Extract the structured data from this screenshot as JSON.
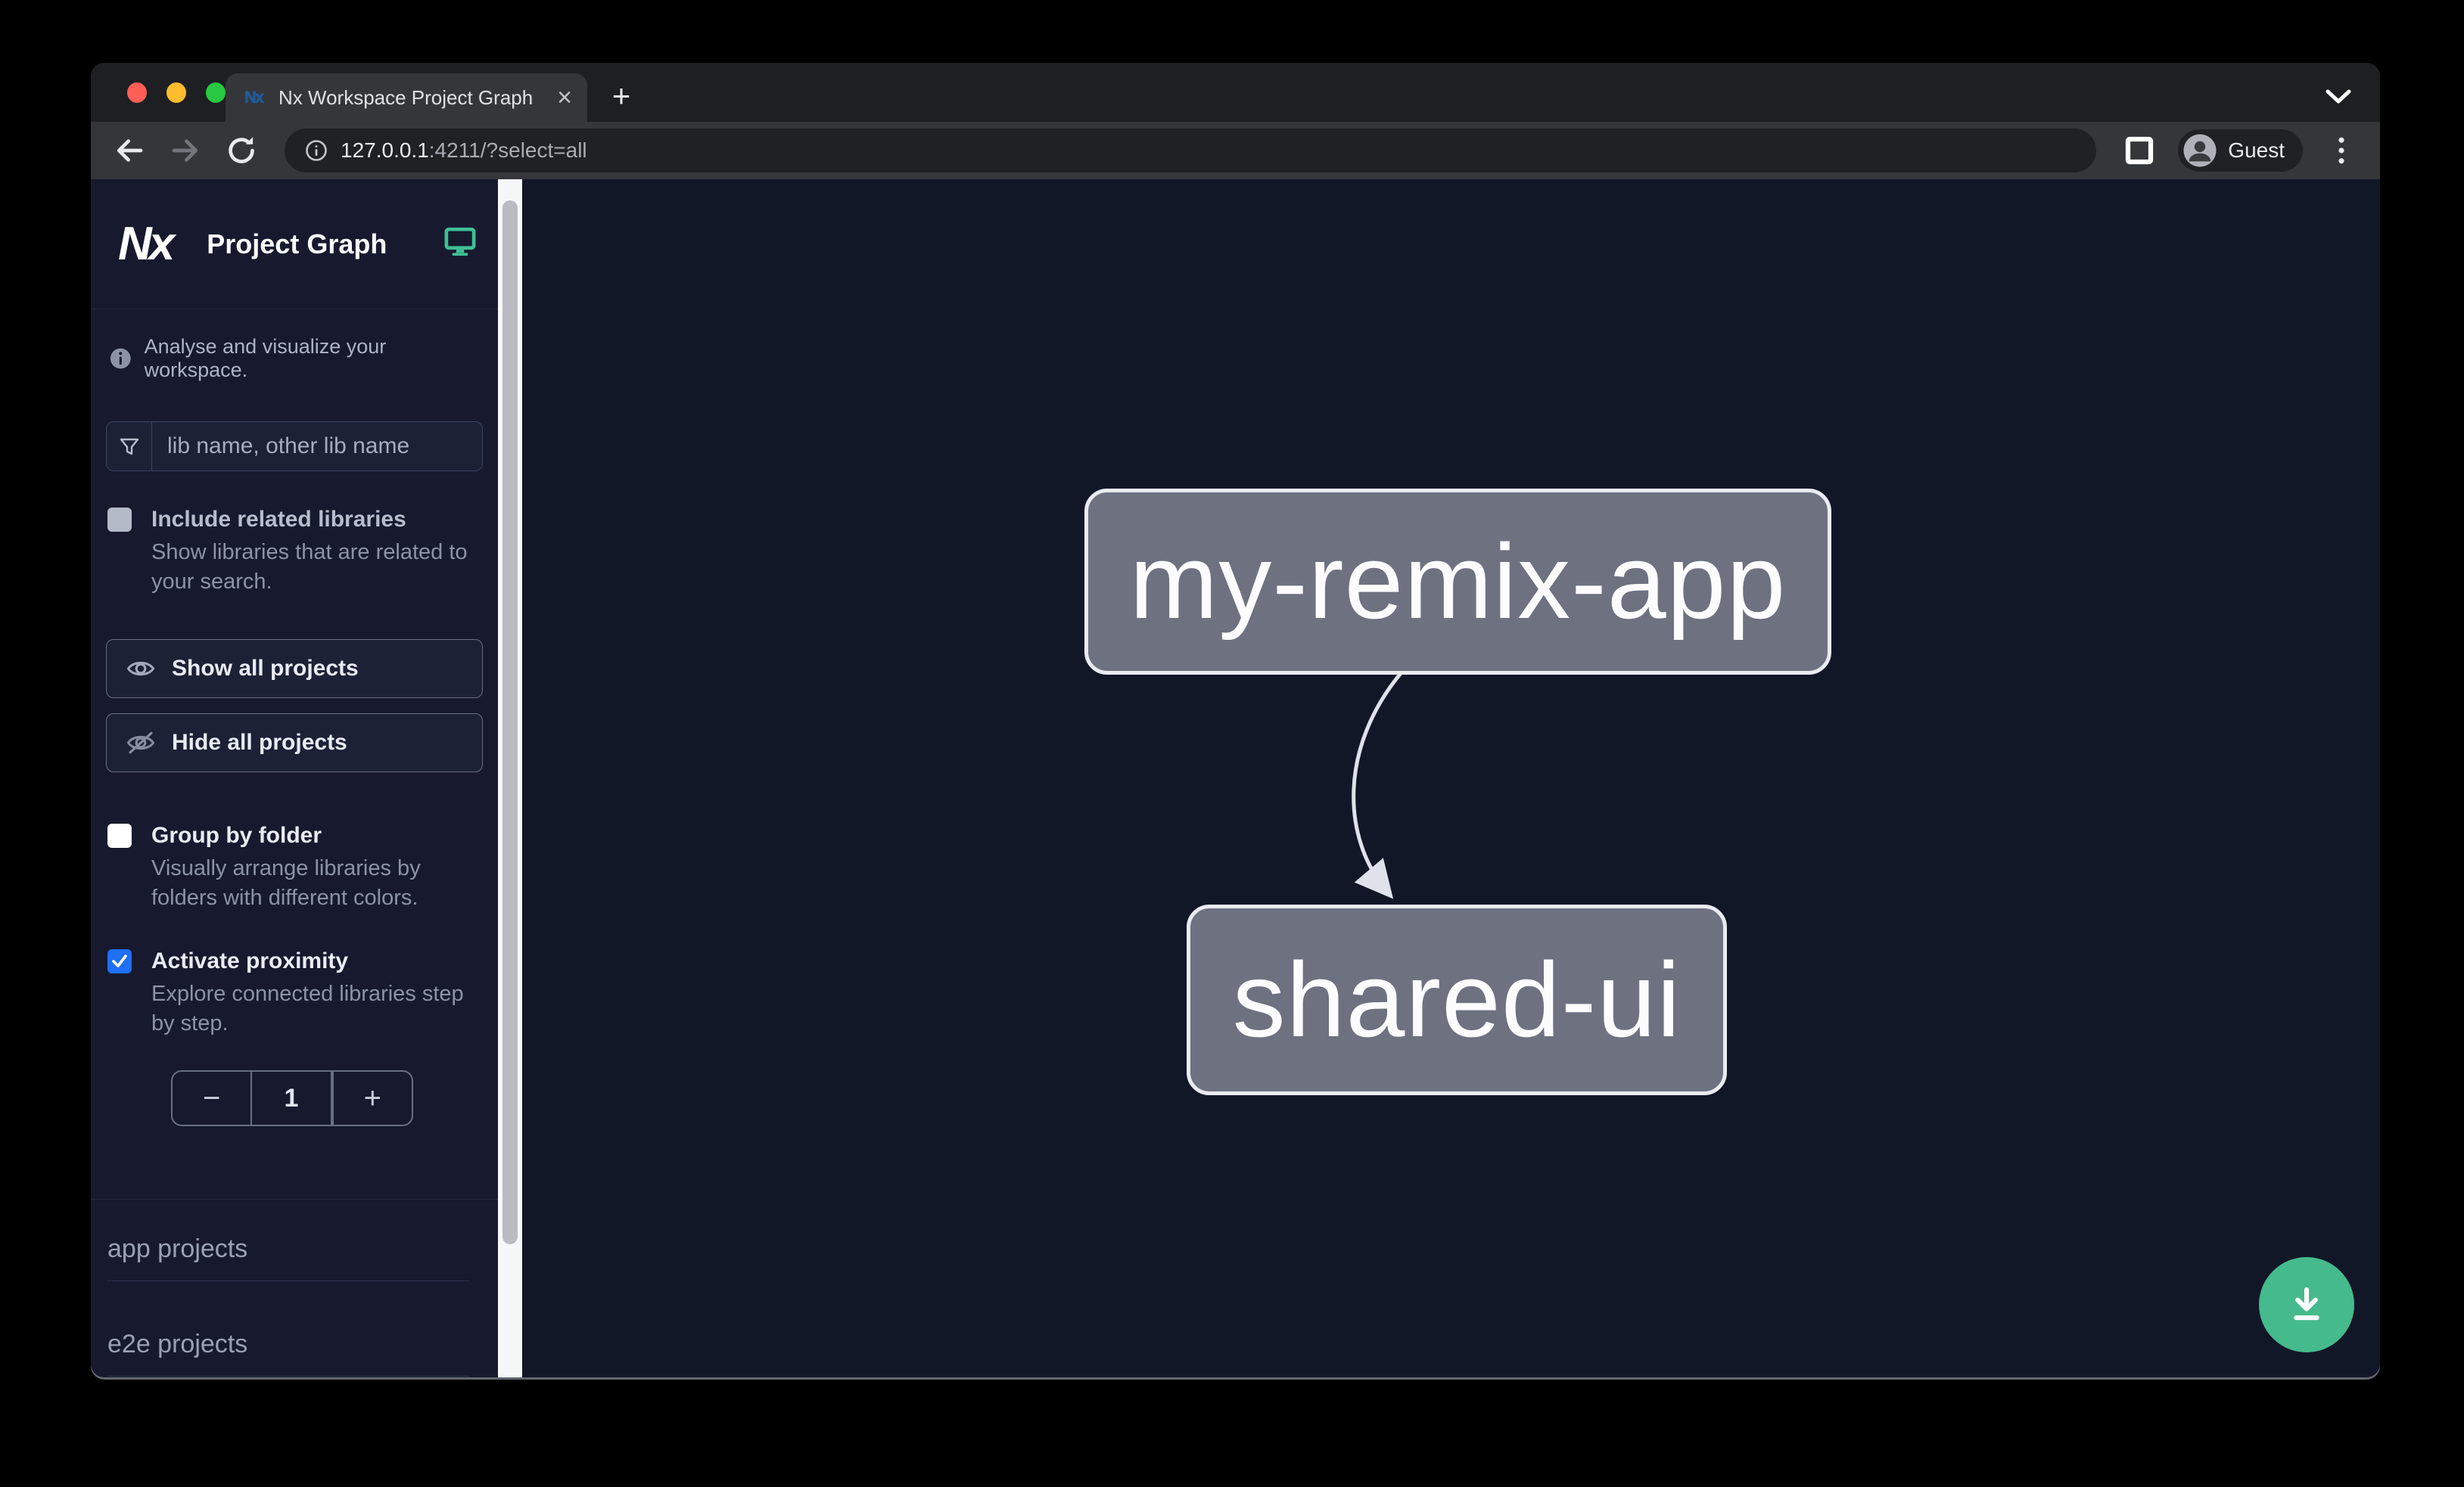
{
  "browser": {
    "tab": {
      "title": "Nx Workspace Project Graph",
      "favicon_label": "Nx",
      "close_glyph": "×"
    },
    "new_tab_glyph": "+",
    "url": {
      "host": "127.0.0.1",
      "rest": ":4211/?select=all"
    },
    "profile_label": "Guest"
  },
  "sidebar": {
    "logo": "Nx",
    "title": "Project Graph",
    "info_text": "Analyse and visualize your workspace.",
    "search": {
      "placeholder": "lib name, other lib name",
      "icon": "filter-funnel-icon"
    },
    "include_related": {
      "label": "Include related libraries",
      "description": "Show libraries that are related to your search.",
      "checked": false
    },
    "actions": {
      "show_all": "Show all projects",
      "hide_all": "Hide all projects"
    },
    "group_by_folder": {
      "label": "Group by folder",
      "description": "Visually arrange libraries by folders with different colors.",
      "checked": false
    },
    "activate_proximity": {
      "label": "Activate proximity",
      "description": "Explore connected libraries step by step.",
      "checked": true
    },
    "proximity_stepper": {
      "decrement": "−",
      "value": "1",
      "increment": "+"
    },
    "sections": [
      "app projects",
      "e2e projects"
    ]
  },
  "graph": {
    "nodes": [
      {
        "id": "my-remix-app",
        "label": "my-remix-app",
        "type": "app"
      },
      {
        "id": "shared-ui",
        "label": "shared-ui",
        "type": "lib"
      }
    ],
    "edges": [
      {
        "source": "my-remix-app",
        "target": "shared-ui"
      }
    ]
  },
  "fab": {
    "icon": "download-icon",
    "action": "download-graph-image"
  },
  "colors": {
    "accent_blue": "#1f6ff7",
    "fab_green": "#45ba8c",
    "node_fill": "#6e7180",
    "node_border": "#e9ebf1",
    "canvas_bg": "#121728",
    "sidebar_bg": "#171a2e",
    "theme_icon_teal": "#3fbf96"
  }
}
